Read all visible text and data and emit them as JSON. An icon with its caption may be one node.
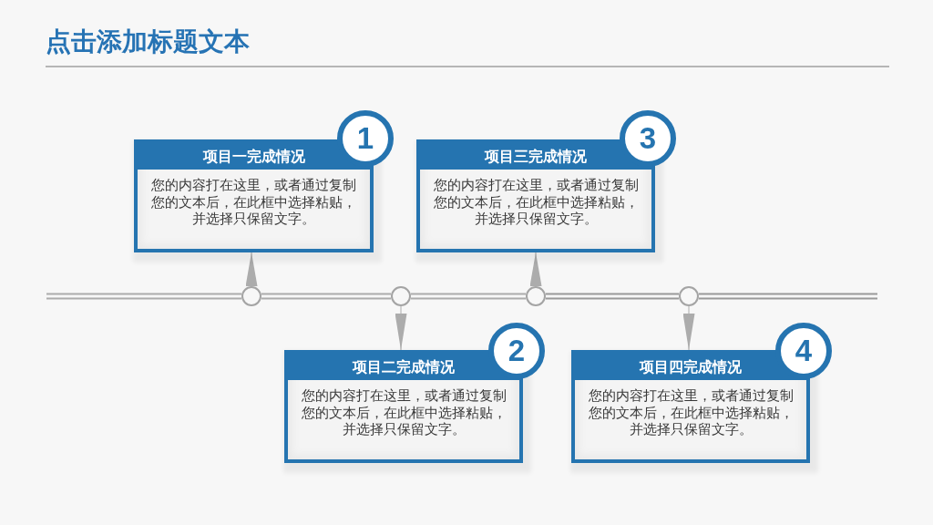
{
  "diagram": {
    "title": "点击添加标题文本",
    "nodes": [
      {
        "text": [
          "项目一完成情况",
          "您的内容打在这里，或者通过复制您的文本后，在此框中选择粘贴，并选择只保留文字。"
        ]
      },
      {
        "text": [
          "1"
        ]
      },
      {
        "text": [
          "项目三完成情况",
          "您的内容打在这里，或者通过复制您的文本后，在此框中选择粘贴，并选择只保留文字。"
        ]
      },
      {
        "text": [
          "3"
        ]
      },
      {
        "text": [],
        "shape": "circle"
      },
      {
        "text": [],
        "shape": "circle"
      },
      {
        "text": [],
        "shape": "circle"
      },
      {
        "text": [],
        "shape": "circle"
      },
      {
        "text": [
          "项目二完成情况",
          "您的内容打在这里，或者通过复制您的文本后，在此框中选择粘贴，并选择只保留文字。"
        ]
      },
      {
        "text": [
          "2"
        ]
      },
      {
        "text": [
          "项目四完成情况",
          "您的内容打在这里，或者通过复制您的文本后，在此框中选择粘贴，并选择只保留文字。"
        ]
      },
      {
        "text": [
          "4"
        ]
      }
    ],
    "edges": [
      {
        "from": null,
        "to": 4,
        "arrow": "none"
      },
      {
        "from": 4,
        "to": 5,
        "arrow": "none"
      },
      {
        "from": 5,
        "to": 6,
        "arrow": "none"
      },
      {
        "from": 6,
        "to": 7,
        "arrow": "none",
        "color": "#999999"
      },
      {
        "from": 7,
        "to": null,
        "arrow": "none",
        "color": "#999999"
      },
      {
        "from": 4,
        "to": 0,
        "arrow": "to"
      },
      {
        "from": 5,
        "to": 8,
        "arrow": "to"
      },
      {
        "from": 6,
        "to": 2,
        "arrow": "to"
      },
      {
        "from": 7,
        "to": 10,
        "arrow": "to"
      }
    ]
  }
}
